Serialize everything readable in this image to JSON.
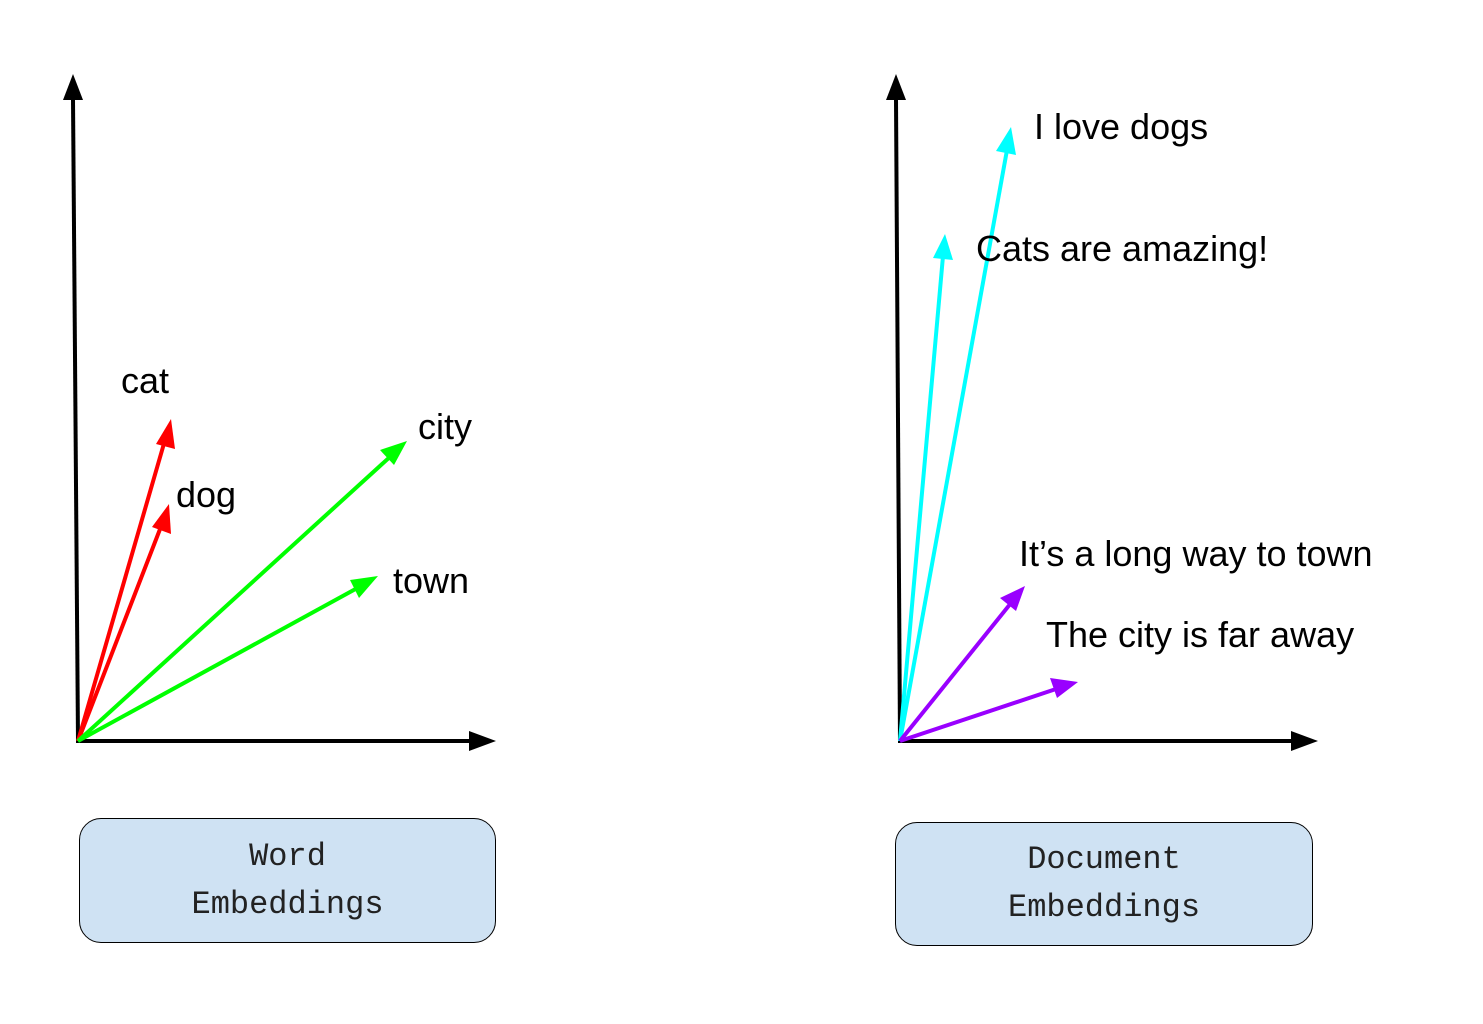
{
  "colors": {
    "axis": "#000000",
    "animal_vectors": "#ff0000",
    "place_vectors": "#00ff00",
    "animal_sentence_vectors": "#00ffff",
    "place_sentence_vectors": "#9900ff",
    "caption_fill": "#cfe2f3"
  },
  "panels": [
    {
      "caption": "Word\nEmbeddings",
      "vectors": [
        {
          "label": "cat",
          "color_key": "animal_vectors"
        },
        {
          "label": "dog",
          "color_key": "animal_vectors"
        },
        {
          "label": "city",
          "color_key": "place_vectors"
        },
        {
          "label": "town",
          "color_key": "place_vectors"
        }
      ]
    },
    {
      "caption": "Document\nEmbeddings",
      "vectors": [
        {
          "label": "I love dogs",
          "color_key": "animal_sentence_vectors"
        },
        {
          "label": "Cats are amazing!",
          "color_key": "animal_sentence_vectors"
        },
        {
          "label": "It’s a long way to town",
          "color_key": "place_sentence_vectors"
        },
        {
          "label": "The city is far away",
          "color_key": "place_sentence_vectors"
        }
      ]
    }
  ]
}
